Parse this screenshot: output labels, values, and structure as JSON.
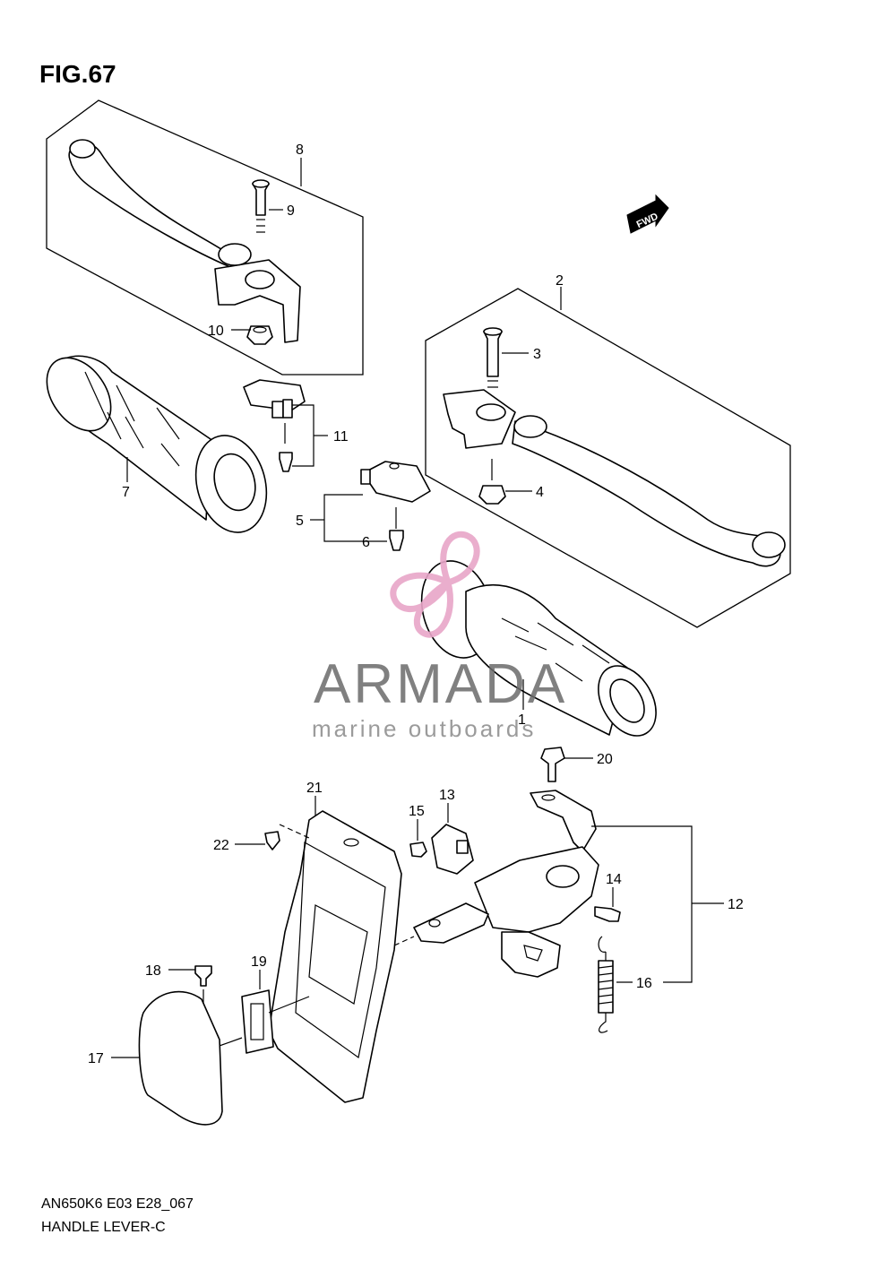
{
  "figure": {
    "title": "FIG.67",
    "model_code": "AN650K6 E03 E28_067",
    "caption": "HANDLE LEVER-C"
  },
  "direction_marker": {
    "label": "FWD"
  },
  "watermark": {
    "brand": "ARMADA",
    "tagline": "marine outboards",
    "logo_color": "#e8a6c8"
  },
  "callouts": [
    "1",
    "2",
    "3",
    "4",
    "5",
    "6",
    "7",
    "8",
    "9",
    "10",
    "11",
    "12",
    "13",
    "14",
    "15",
    "16",
    "17",
    "18",
    "19",
    "20",
    "21",
    "22"
  ]
}
